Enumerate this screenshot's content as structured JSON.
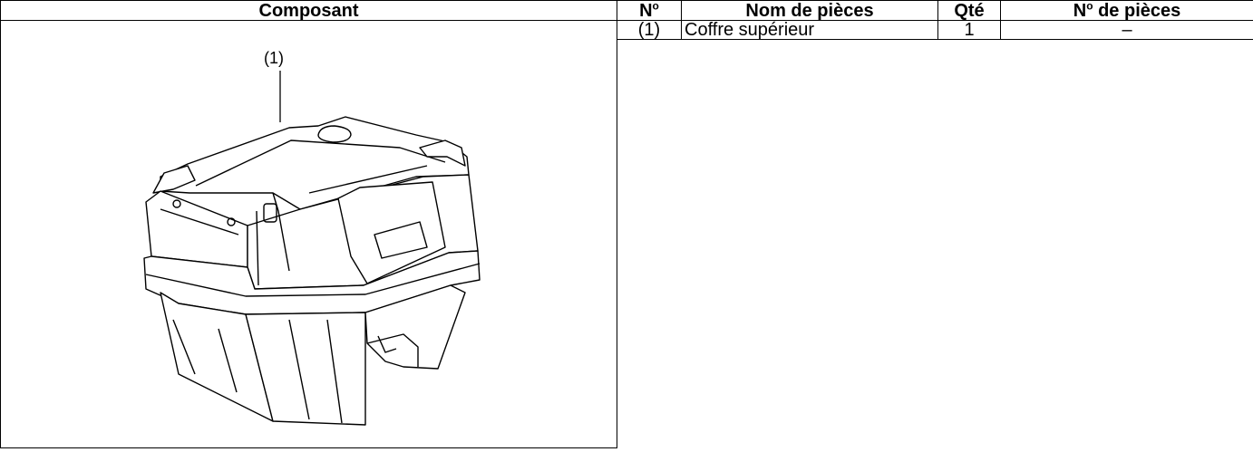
{
  "headers": {
    "component": "Composant",
    "number": "N",
    "number_sup": "o",
    "part_name": "Nom de pièces",
    "qty": "Qté",
    "part_number": "N",
    "part_number_sup": "o",
    "part_number_rest": " de pièces"
  },
  "rows": [
    {
      "number": "(1)",
      "part_name": "Coffre supérieur",
      "qty": "1",
      "part_number": "–"
    }
  ],
  "illustration": {
    "callout": "(1)"
  }
}
